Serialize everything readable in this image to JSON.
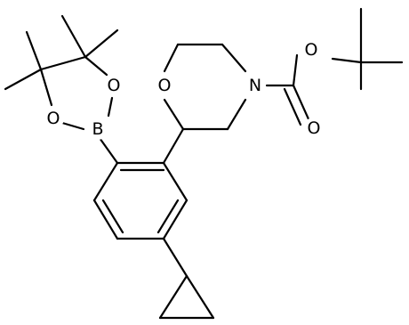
{
  "molecule": {
    "atoms": {
      "ring_oxygen": "O",
      "ring_nitrogen": "N",
      "ester_oxygen": "O",
      "carbonyl_oxygen": "O",
      "boronate_oxygen_top": "O",
      "boronate_oxygen_bottom": "O",
      "boron": "B"
    }
  }
}
